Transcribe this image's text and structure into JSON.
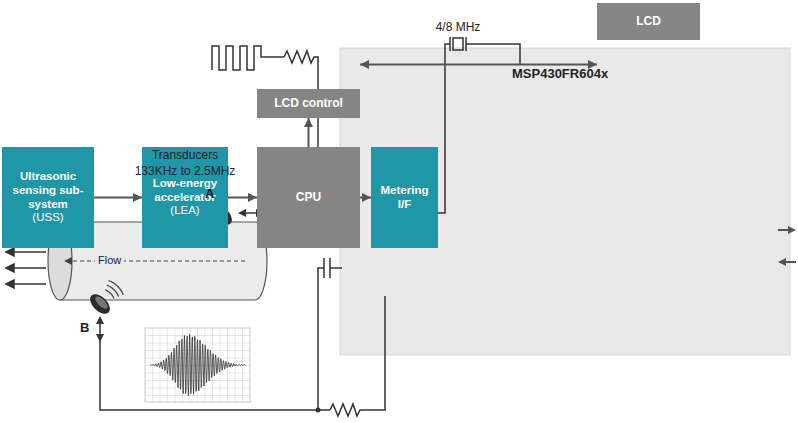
{
  "diagram": {
    "nodes": [
      {
        "text": [
          "LCD"
        ]
      },
      {
        "text": [
          "MSP430FR604x"
        ]
      },
      {
        "text": [
          "LCD control"
        ],
        "in": 1
      },
      {
        "text": [
          "Ultrasonic sensing sub-system",
          "(USS)"
        ],
        "in": 1
      },
      {
        "text": [
          "Low-energy accelerator",
          "(LEA)"
        ],
        "in": 1
      },
      {
        "text": [
          "CPU"
        ],
        "in": 1
      },
      {
        "text": [
          "Metering I/F"
        ],
        "in": 1
      }
    ],
    "edges": [
      {
        "from": 0,
        "to": 2,
        "arrow": "both"
      },
      {
        "from": 5,
        "to": 2,
        "arrow": "to"
      },
      {
        "from": 3,
        "to": 4,
        "arrow": "to"
      },
      {
        "from": 4,
        "to": 5,
        "arrow": "to"
      },
      {
        "from": 5,
        "to": 6,
        "arrow": "to"
      }
    ],
    "labels": [
      "Transducers",
      "133KHz to 2.5MHz",
      "4/8 MHz",
      "A",
      "B",
      "Flow"
    ]
  }
}
